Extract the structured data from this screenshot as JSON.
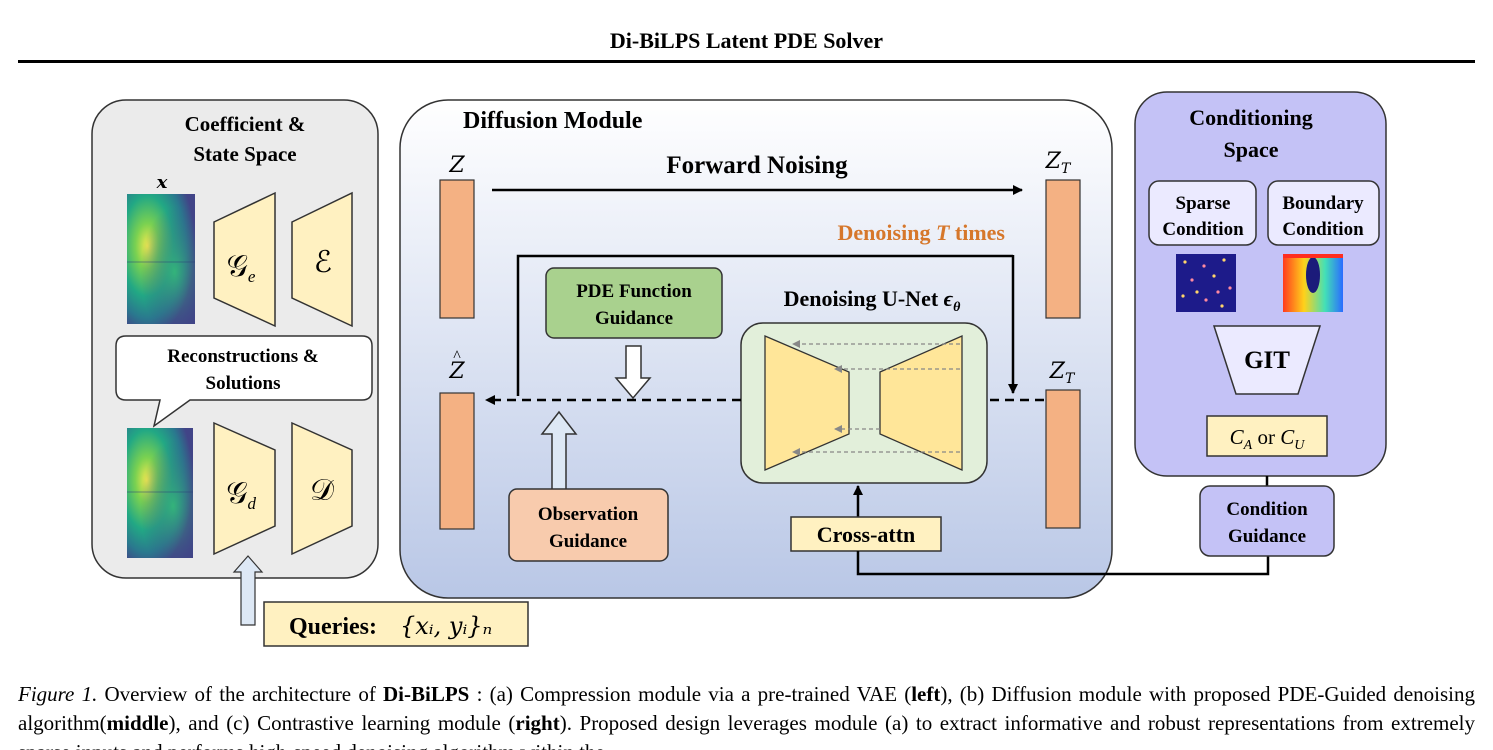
{
  "header": {
    "title": "Di-BiLPS Latent PDE Solver"
  },
  "left_panel": {
    "title_line1": "Coefficient &",
    "title_line2": "State Space",
    "input_label": "x",
    "encoder_g": "𝒢",
    "encoder_g_sub": "e",
    "encoder_e": "ℰ",
    "speech_line1": "Reconstructions &",
    "speech_line2": "Solutions",
    "decoder_g": "𝒢",
    "decoder_g_sub": "d",
    "decoder_d": "𝒟",
    "queries_label": "Queries:",
    "queries_math": "{xᵢ, yᵢ}ₙ"
  },
  "middle_panel": {
    "title": "Diffusion Module",
    "z_label": "Z",
    "zt_label": "Z",
    "zt_sub": "T",
    "forward_noising": "Forward Noising",
    "denoising_times_prefix": "Denoising ",
    "denoising_times_T": "T",
    "denoising_times_suffix": " times",
    "pde_guidance_line1": "PDE Function",
    "pde_guidance_line2": "Guidance",
    "unet_label": "Denoising U-Net ",
    "unet_eps": "ϵ",
    "unet_theta": "θ",
    "zhat_label": "Z",
    "zt2_label": "Z",
    "zt2_sub": "T",
    "observation_line1": "Observation",
    "observation_line2": "Guidance",
    "cross_attn": "Cross-attn"
  },
  "right_panel": {
    "title_line1": "Conditioning",
    "title_line2": "Space",
    "sparse_line1": "Sparse",
    "sparse_line2": "Condition",
    "boundary_line1": "Boundary",
    "boundary_line2": "Condition",
    "git_label": "GIT",
    "ca_or_cu": "C_A or C_U",
    "ca_c": "C",
    "ca_sub": "A",
    "or_word": " or ",
    "cu_c": "C",
    "cu_sub": "U",
    "condition_guidance_line1": "Condition",
    "condition_guidance_line2": "Guidance"
  },
  "caption": {
    "figure_label": "Figure 1.",
    "text_a": " Overview of the architecture of ",
    "model_name": "Di-BiLPS",
    "text_b": " : (a) Compression module via a pre-trained VAE (",
    "left_word": "left",
    "text_c": "), (b) Diffusion module with proposed PDE-Guided denoising algorithm(",
    "middle_word": "middle",
    "text_d": "), and (c) Contrastive learning module (",
    "right_word": "right",
    "text_e": "). Proposed design leverages module (a) to extract informative and robust representations from extremely sparse inputs and performs high-speed denoising algorithm within the"
  },
  "colors": {
    "panel_gray": "#ebebeb",
    "diffusion_top": "#ffffff",
    "diffusion_bottom": "#b9c7e6",
    "conditioning_bg": "#c4c2f6",
    "latent_orange": "#f4b183",
    "trapezoid_yellow": "#fff1c1",
    "pde_green": "#a9d18e",
    "observation_peach": "#f8cbad",
    "denoising_orange": "#d6772b",
    "unet_box": "#e2efda",
    "unet_yellow": "#ffe699"
  }
}
